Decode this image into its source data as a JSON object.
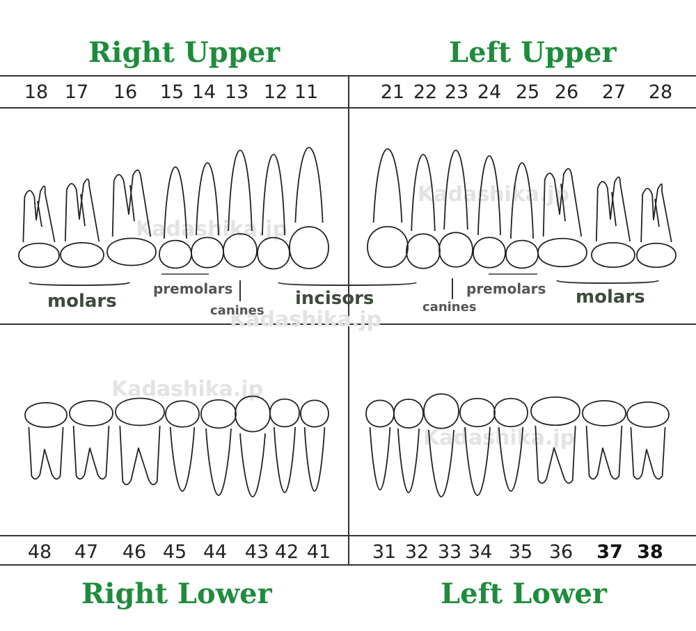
{
  "quadrants": {
    "right_upper": "Right Upper",
    "left_upper": "Left Upper",
    "right_lower": "Right Lower",
    "left_lower": "Left Lower"
  },
  "numbers": {
    "right_upper": [
      "18",
      "17",
      "16",
      "15",
      "14",
      "13",
      "12",
      "11"
    ],
    "left_upper": [
      "21",
      "22",
      "23",
      "24",
      "25",
      "26",
      "27",
      "28"
    ],
    "right_lower": [
      "48",
      "47",
      "46",
      "45",
      "44",
      "43",
      "42",
      "41"
    ],
    "left_lower": [
      "31",
      "32",
      "33",
      "34",
      "35",
      "36",
      "37",
      "38"
    ]
  },
  "labels": {
    "molars": "molars",
    "premolars": "premolars",
    "canines": "canines",
    "incisors": "incisors"
  },
  "watermark": "Kadashika.jp",
  "colors": {
    "title": "#1e8c3c",
    "lines": "#333333"
  }
}
